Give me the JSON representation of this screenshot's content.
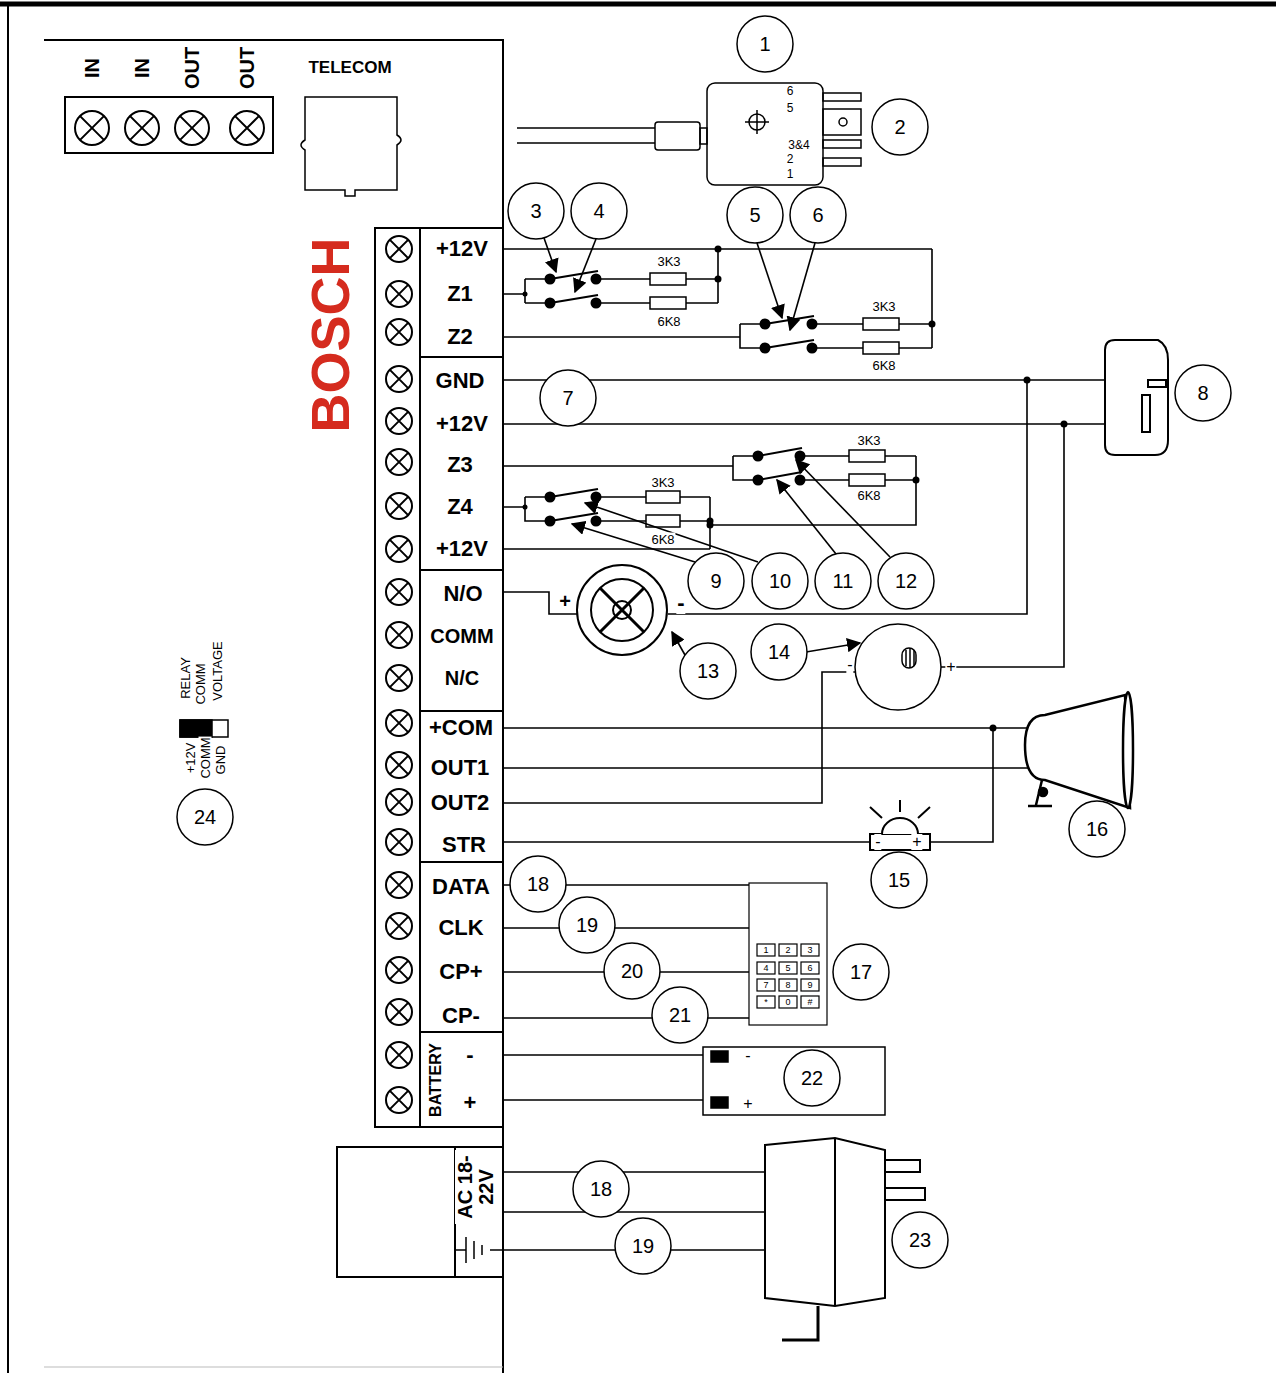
{
  "diagram": {
    "labels": [
      "IN",
      "IN",
      "OUT",
      "OUT",
      "TELECOM",
      "1",
      "6",
      "5",
      "3&4",
      "2",
      "1",
      "2",
      "3",
      "4",
      "5",
      "6",
      "BOSCH",
      "+12V",
      "Z1",
      "Z2",
      "3K3",
      "6K8",
      "3K3",
      "6K8",
      "GND",
      "+12V",
      "7",
      "8",
      "Z3",
      "3K3",
      "6K8",
      "3K3",
      "6K8",
      "Z4",
      "+12V",
      "9",
      "10",
      "11",
      "12",
      "N/O",
      "+",
      "-",
      "COMM",
      "13",
      "14",
      "-",
      "+",
      "N/C",
      "RELAY",
      "COMM",
      "VOLTAGE",
      "+12V",
      "COMM",
      "GND",
      "24",
      "+COM",
      "OUT1",
      "OUT2",
      "STR",
      "-",
      "+",
      "16",
      "15",
      "DATA",
      "18",
      "CLK",
      "19",
      "1",
      "2",
      "3",
      "4",
      "5",
      "6",
      "7",
      "8",
      "9",
      "*",
      "0",
      "#",
      "CP+",
      "20",
      "17",
      "CP-",
      "21",
      "BATTERY",
      "-",
      "+",
      "-",
      "+",
      "22",
      "AC 18-22V",
      "18",
      "19",
      "23"
    ]
  }
}
